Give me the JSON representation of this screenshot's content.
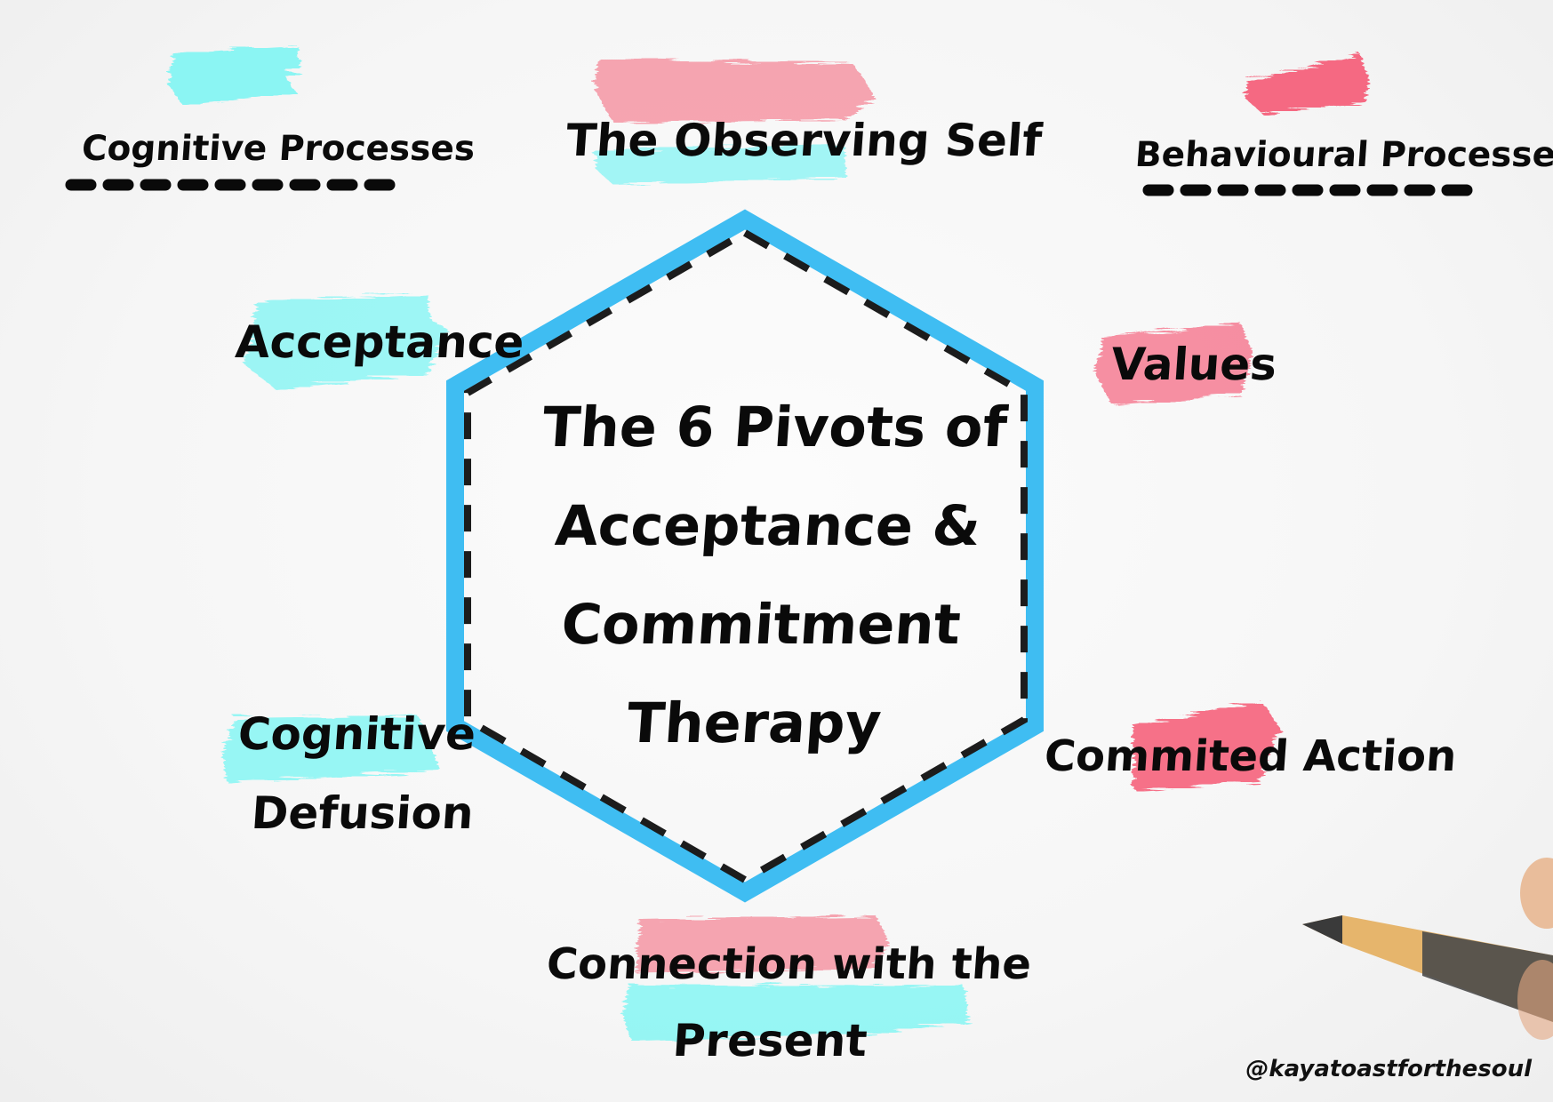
{
  "diagram": {
    "title_lines": [
      "The 6 Pivots of",
      "Acceptance &",
      "Commitment",
      "Therapy"
    ],
    "categories": {
      "cognitive": "Cognitive Processes",
      "behavioural": "Behavioural Processes"
    },
    "pivots": {
      "observing_self": "The Observing Self",
      "acceptance": "Acceptance",
      "cognitive_defusion_line1": "Cognitive",
      "cognitive_defusion_line2": "Defusion",
      "values": "Values",
      "commited_action": "Commited Action",
      "present_line1": "Connection with the",
      "present_line2": "Present"
    },
    "handle": "@kayatoastforthesoul",
    "colors": {
      "hexagon_outer": "#3fbdf2",
      "hexagon_dash": "#1c1c1c",
      "cyan_brush": "#7ff5f3",
      "pink_brush": "#f5697f",
      "text": "#0a0a0a"
    },
    "icons": [
      "pencil-icon",
      "hand-icon"
    ]
  }
}
